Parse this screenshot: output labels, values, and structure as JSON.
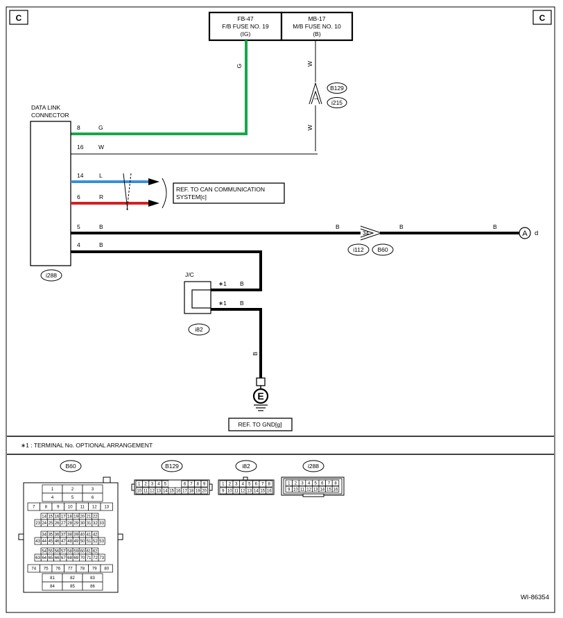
{
  "corner_labels": {
    "left": "C",
    "right": "C"
  },
  "fuses": {
    "fb47": {
      "line1": "FB-47",
      "line2": "F/B FUSE NO. 19",
      "line3": "(IG)"
    },
    "mb17": {
      "line1": "MB-17",
      "line2": "M/B FUSE NO. 10",
      "line3": "(B)"
    }
  },
  "wire_letters": {
    "g": "G",
    "w": "W",
    "l": "L",
    "r": "R",
    "b": "B"
  },
  "colors": {
    "green": "#19a64a",
    "blue": "#3a8fd6",
    "red": "#d42020",
    "black": "#000000"
  },
  "inline_connector": {
    "pin": "1",
    "tag_top": "B129",
    "tag_bottom": "i215"
  },
  "dlc": {
    "title_line1": "DATA LINK",
    "title_line2": "CONNECTOR",
    "tag": "i288",
    "pins": [
      "8",
      "16",
      "14",
      "6",
      "5",
      "4"
    ]
  },
  "can_ref": {
    "line1": "REF. TO CAN COMMUNICATION",
    "line2": "SYSTEM[c]"
  },
  "junction_34": {
    "pin": "34",
    "tag_left": "i112",
    "tag_right": "B60"
  },
  "terminal_a": {
    "letter": "A",
    "suffix": "d"
  },
  "jc": {
    "label": "J/C",
    "tag": "i82",
    "star_note": "∗1"
  },
  "ground": {
    "symbol": "E",
    "ref": "REF. TO GND[g]"
  },
  "footnote": "∗1   : TERMINAL No. OPTIONAL ARRANGEMENT",
  "connectors": {
    "b60": {
      "tag": "B60",
      "rows": [
        [
          "1",
          "2",
          "3"
        ],
        [
          "4",
          "5",
          "6"
        ],
        [
          "7",
          "8",
          "9",
          "10",
          "11",
          "12",
          "13"
        ],
        [
          "14",
          "15",
          "16",
          "17",
          "18",
          "19",
          "20",
          "21",
          "22"
        ],
        [
          "23",
          "24",
          "25",
          "26",
          "27",
          "28",
          "29",
          "30",
          "31",
          "32",
          "33"
        ],
        [
          "34",
          "35",
          "36",
          "37",
          "38",
          "39",
          "40",
          "41",
          "42"
        ],
        [
          "43",
          "44",
          "45",
          "46",
          "47",
          "48",
          "49",
          "50",
          "51",
          "52",
          "53"
        ],
        [
          "54",
          "55",
          "56",
          "57",
          "58",
          "59",
          "60",
          "61",
          "62"
        ],
        [
          "63",
          "64",
          "65",
          "66",
          "67",
          "68",
          "69",
          "70",
          "71",
          "72",
          "73"
        ],
        [
          "74",
          "75",
          "76",
          "77",
          "78",
          "79",
          "80"
        ],
        [
          "81",
          "82",
          "83"
        ],
        [
          "84",
          "85",
          "86"
        ]
      ]
    },
    "b129": {
      "tag": "B129",
      "rows": [
        [
          "1",
          "2",
          "3",
          "4",
          "5",
          "",
          "",
          "6",
          "7",
          "8",
          "9"
        ],
        [
          "10",
          "11",
          "12",
          "13",
          "14",
          "15",
          "16",
          "17",
          "18",
          "19",
          "20"
        ]
      ]
    },
    "i82": {
      "tag": "i82",
      "rows": [
        [
          "1",
          "2",
          "3",
          "4",
          "5",
          "6",
          "7",
          "8"
        ],
        [
          "9",
          "10",
          "11",
          "12",
          "13",
          "14",
          "15",
          "16"
        ]
      ]
    },
    "i288": {
      "tag": "i288",
      "rows": [
        [
          "1",
          "2",
          "3",
          "4",
          "5",
          "6",
          "7",
          "8"
        ],
        [
          "9",
          "10",
          "11",
          "12",
          "13",
          "14",
          "15",
          "16"
        ]
      ]
    }
  },
  "figure_id": "WI-86354"
}
